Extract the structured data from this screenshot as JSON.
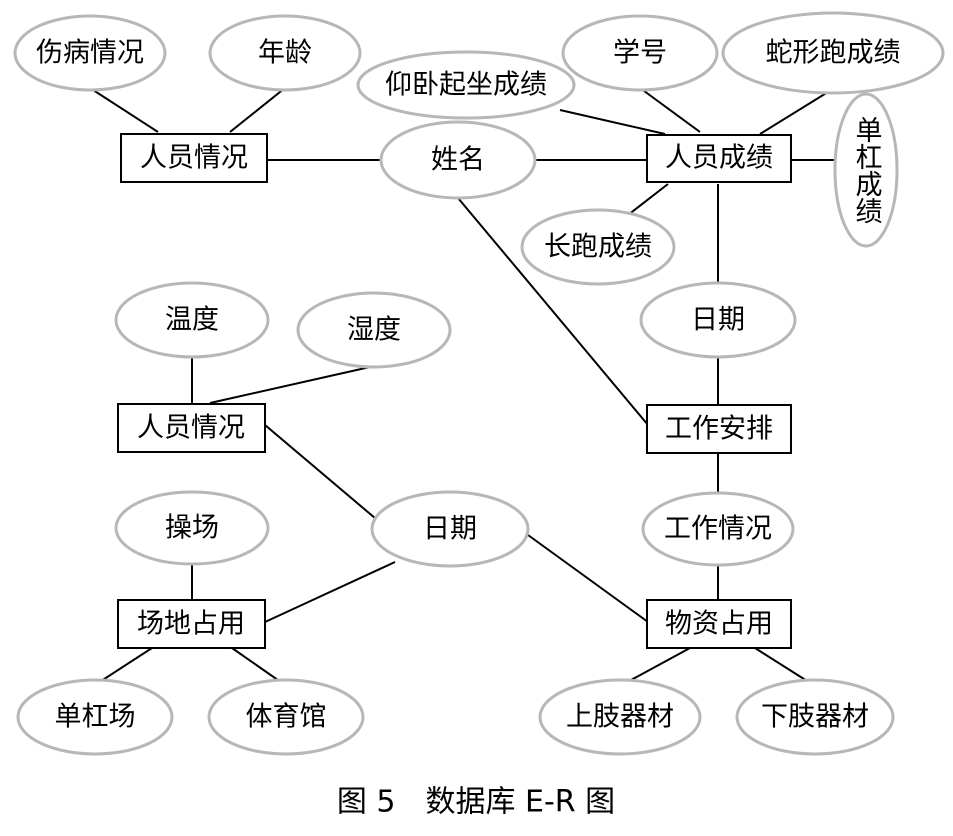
{
  "entities": {
    "personnel_top": "人员情况",
    "personnel_scores": "人员成绩",
    "personnel_mid": "人员情况",
    "work_schedule": "工作安排",
    "venue_use": "场地占用",
    "material_use": "物资占用"
  },
  "attributes": {
    "injury": "伤病情况",
    "age": "年龄",
    "name": "姓名",
    "situps": "仰卧起坐成绩",
    "student_id": "学号",
    "serpentine": "蛇形跑成绩",
    "pullup": "单杠成绩",
    "long_run": "长跑成绩",
    "date_top": "日期",
    "temperature": "温度",
    "humidity": "湿度",
    "work_status": "工作情况",
    "date_mid": "日期",
    "playground": "操场",
    "bar_field": "单杠场",
    "gym": "体育馆",
    "upper_equipment": "上肢器材",
    "lower_equipment": "下肢器材"
  },
  "caption": "图 5　数据库 E-R 图"
}
